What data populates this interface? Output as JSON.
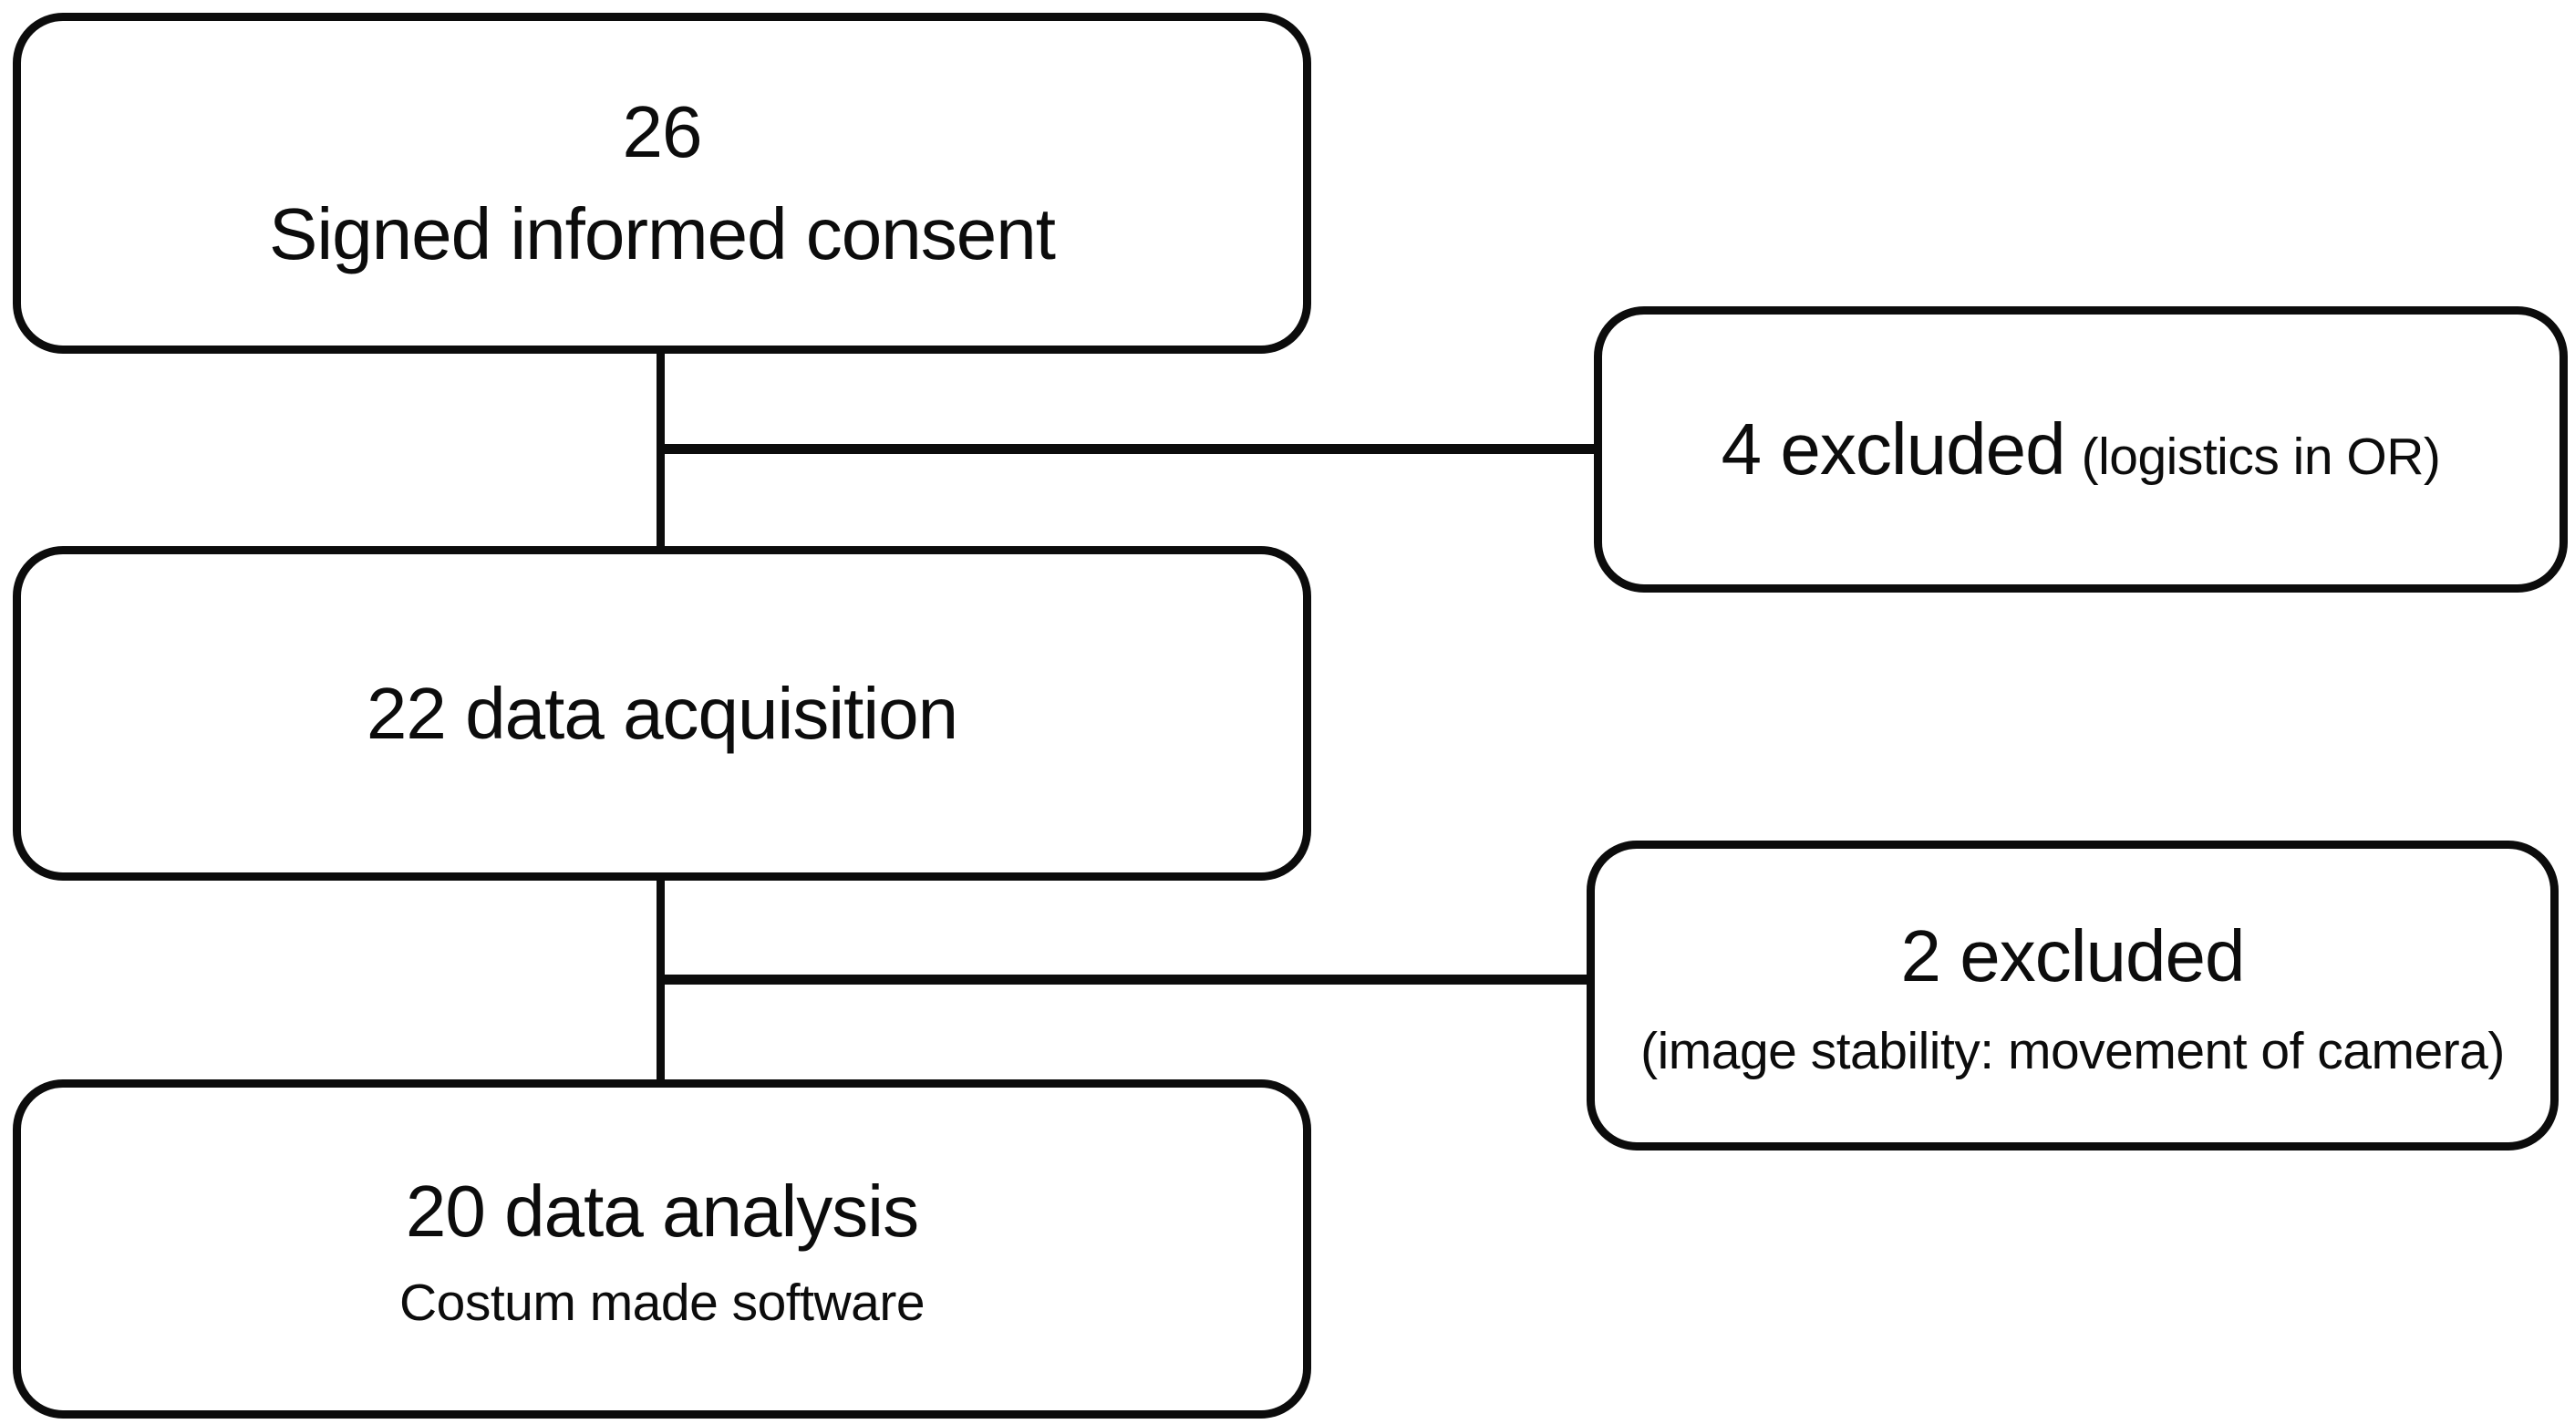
{
  "diagram": {
    "type": "participant-flow-diagram",
    "colors": {
      "background": "#ffffff",
      "stroke": "#0c0c0c",
      "text": "#0c0c0c"
    },
    "nodes": {
      "consent": {
        "count": "26",
        "label": "Signed informed consent"
      },
      "excluded_or": {
        "main": "4 excluded",
        "detail": "(logistics in OR)"
      },
      "acquisition": {
        "label": "22 data acquisition"
      },
      "excluded_camera": {
        "main": "2 excluded",
        "detail": "(image stability: movement of camera)"
      },
      "analysis": {
        "label": "20 data analysis",
        "detail": "Costum made software"
      }
    },
    "edges": [
      {
        "from": "consent",
        "to": "acquisition",
        "branch_to": "excluded_or"
      },
      {
        "from": "acquisition",
        "to": "analysis",
        "branch_to": "excluded_camera"
      }
    ]
  }
}
